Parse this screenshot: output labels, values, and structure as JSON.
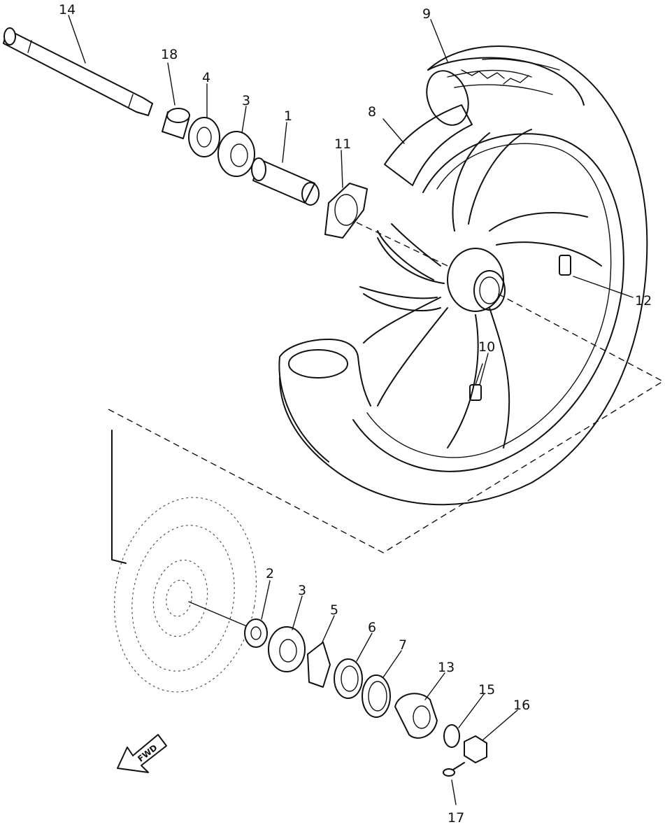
{
  "labels": {
    "axle": "14",
    "collar": "18",
    "oil_seal": "4",
    "bearing_right": "3",
    "spacer": "1",
    "drive_hub": "11",
    "tire": "9",
    "tube": "8",
    "balance_weight": "12",
    "valve": "10",
    "bearing_plate": "2",
    "bearing_left": "3",
    "gear_retainer": "5",
    "seal": "6",
    "ring": "7",
    "speedometer_gear": "13",
    "washer": "15",
    "nut": "16",
    "cotter_pin": "17"
  },
  "fwd_text": "FWD"
}
